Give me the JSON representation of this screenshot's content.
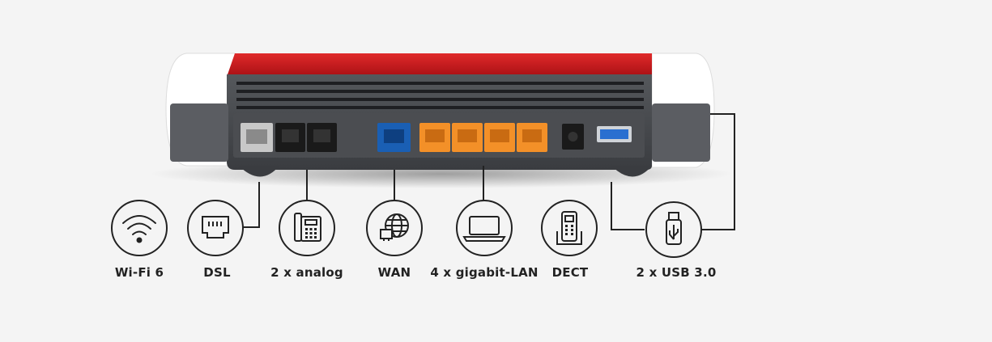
{
  "features": [
    {
      "id": "wifi",
      "label": "Wi-Fi 6",
      "icon": "wifi-icon"
    },
    {
      "id": "dsl",
      "label": "DSL",
      "icon": "ethernet-port-icon"
    },
    {
      "id": "analog",
      "label": "2 x analog",
      "icon": "telephone-icon"
    },
    {
      "id": "wan",
      "label": "WAN",
      "icon": "globe-network-icon"
    },
    {
      "id": "lan",
      "label": "4 x gigabit-LAN",
      "icon": "laptop-icon"
    },
    {
      "id": "dect",
      "label": "DECT",
      "icon": "cordless-phone-icon"
    },
    {
      "id": "usb",
      "label": "2 x USB 3.0",
      "icon": "usb-stick-icon"
    }
  ],
  "colors": {
    "router_red": "#c4161c",
    "router_body": "#4a4c50",
    "port_gray": "#c8c8c8",
    "port_black": "#1a1a1a",
    "port_blue": "#1a5fb4",
    "port_orange": "#f39028",
    "port_usb": "#2a6fd0",
    "icon_stroke": "#222222"
  }
}
